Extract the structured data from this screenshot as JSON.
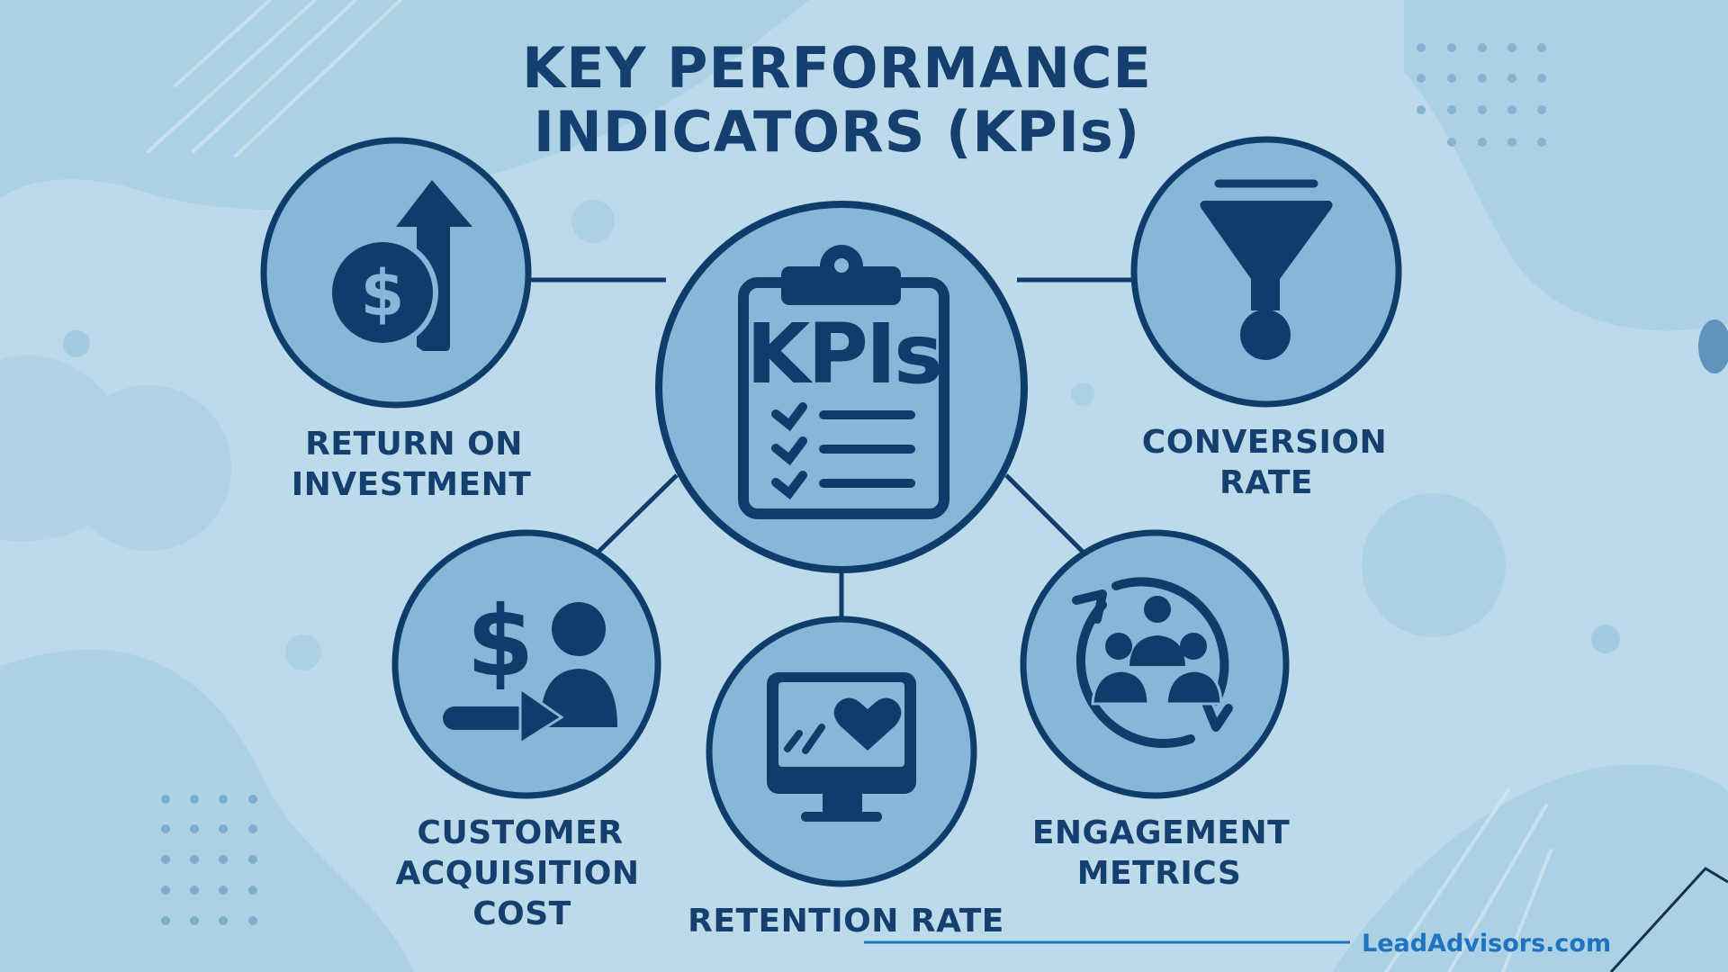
{
  "title": {
    "line1": "KEY PERFORMANCE",
    "line2": "INDICATORS (KPIs)"
  },
  "center_node": {
    "icon": "clipboard-checklist-icon",
    "text": "KPIs",
    "checklist_items": 3
  },
  "nodes": [
    {
      "id": "roi",
      "icon": "dollar-coin-up-arrow-icon",
      "label_lines": [
        "RETURN ON",
        "INVESTMENT"
      ]
    },
    {
      "id": "conversion",
      "icon": "funnel-icon",
      "label_lines": [
        "CONVERSION",
        "RATE"
      ]
    },
    {
      "id": "cac",
      "icon": "dollar-person-arrow-icon",
      "label_lines": [
        "CUSTOMER",
        "ACQUISITION",
        "COST"
      ]
    },
    {
      "id": "retention",
      "icon": "monitor-heart-icon",
      "label_lines": [
        "RETENTION RATE"
      ]
    },
    {
      "id": "engagement",
      "icon": "group-cycle-icon",
      "label_lines": [
        "ENGAGEMENT",
        "METRICS"
      ]
    }
  ],
  "footer": {
    "brand": "LeadAdvisors.com"
  },
  "colors": {
    "navy": "#0f3d6b",
    "circle_fill": "#85b8d8",
    "background": "#bcdaea",
    "brand_blue": "#1e74c0"
  }
}
